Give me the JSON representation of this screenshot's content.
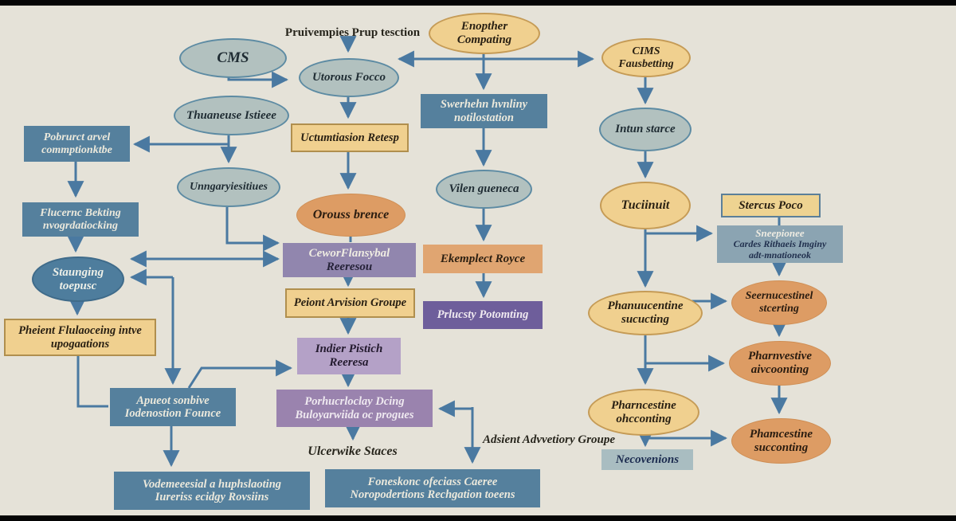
{
  "palette": {
    "background": "#e5e2d8",
    "arrow": "#4a79a1",
    "ellipse_gray": "#b2c1bf",
    "ellipse_yellow": "#f0d08f",
    "ellipse_orange": "#dd9c64",
    "rect_blue": "#55809d",
    "rect_purple": "#9186ae",
    "frame": "#050505"
  },
  "labels": {
    "pruivempies": "Pruivempies Prup tesction",
    "ulcerwike": "Ulcerwike Staces",
    "adsient": "Adsient Advvetiory Groupe"
  },
  "nodes": {
    "cms": {
      "text": "CMS"
    },
    "thuaneuse": {
      "text": "Thuaneuse Istieee"
    },
    "pobrurct": {
      "text": "Pobrurct arvel\ncommptionktbe"
    },
    "unngary": {
      "text": "Unngaryiesitiues"
    },
    "flucernc": {
      "text": "Flucernc Bekting\nnvogrdatiocking"
    },
    "staunging": {
      "text": "Staunging\ntoepusc"
    },
    "pheient": {
      "text": "Pheient Flulaoceing intve\nupogaations"
    },
    "apueot": {
      "text": "Apueot sonbive\nIodenostion Founce"
    },
    "vodem": {
      "text": "Vodemeeesial a huphslaoting\nIureriss ecidgy Rovsiins"
    },
    "utorous": {
      "text": "Utorous Focco"
    },
    "uctumt": {
      "text": "Uctumtiasion Retesp"
    },
    "orouss": {
      "text": "Orouss brence"
    },
    "ceworfl": {
      "line1": "CeworFlansybal",
      "line2": "Reeresou"
    },
    "peiont": {
      "text": "Peiont Arvision Groupe"
    },
    "indier": {
      "text": "Indier Pistich\nReeresa"
    },
    "porhucr": {
      "text": "Porhucrloclay Dcing\nBuloyarwiida oc progues"
    },
    "foneskonc": {
      "text": "Foneskonc ofeciass Caeree\nNoropodertions Rechgation toeens"
    },
    "enopther": {
      "text": "Enopther\nCompating"
    },
    "swerhehn": {
      "text": "Swerhehn hvnliny\nnotilostation"
    },
    "vilen": {
      "text": "Vilen gueneca"
    },
    "ekemplect": {
      "text": "Ekemplect Royce"
    },
    "prlucsty": {
      "text": "Prlucsty Potomting"
    },
    "cimsf": {
      "text": "CIMS\nFausbetting"
    },
    "intun": {
      "text": "Intun starce"
    },
    "tuciinuit": {
      "text": "Tuciinuit"
    },
    "phanuu": {
      "text": "Phanuucentine\nsucucting"
    },
    "ohccont": {
      "text": "Pharncestine\nohcconting"
    },
    "necov": {
      "text": "Necovenions"
    },
    "stercus": {
      "text": "Stercus Poco"
    },
    "sneep": {
      "line1": "Sneepionee",
      "line2": "Cardes Rithaeis Imginy\nadt-mnationeok"
    },
    "seernuc": {
      "text": "Seernucestinel\nstcerting"
    },
    "pharnv": {
      "text": "Pharnvestive\naivcoonting"
    },
    "phamc": {
      "text": "Phamcestine\nsucconting"
    }
  }
}
